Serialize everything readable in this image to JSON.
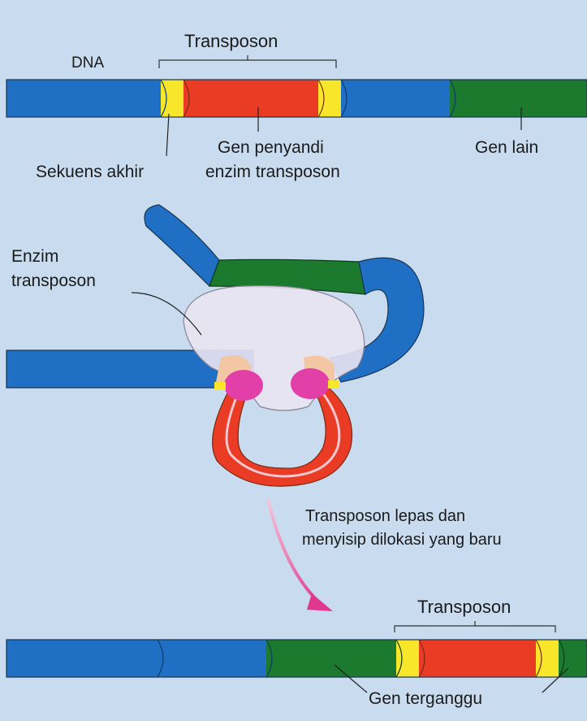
{
  "labels": {
    "dna": "DNA",
    "transposon_top": "Transposon",
    "end_sequence": "Sekuens akhir",
    "gene_line1": "Gen penyandi",
    "gene_line2": "enzim transposon",
    "other_gene": "Gen lain",
    "enzyme_line1": "Enzim",
    "enzyme_line2": "transposon",
    "move_line1": "Transposon lepas dan",
    "move_line2": "menyisip dilokasi yang baru",
    "transposon_bottom": "Transposon",
    "disrupted_gene": "Gen terganggu"
  },
  "colors": {
    "background": "#c9dcef",
    "dna_blue": "#1f6fc4",
    "gene_green": "#1b7a2e",
    "transposon_red": "#ea3b25",
    "end_yellow": "#f7e62a",
    "enzyme": "#eae4f2",
    "arrow_magenta": "#e0378f"
  }
}
